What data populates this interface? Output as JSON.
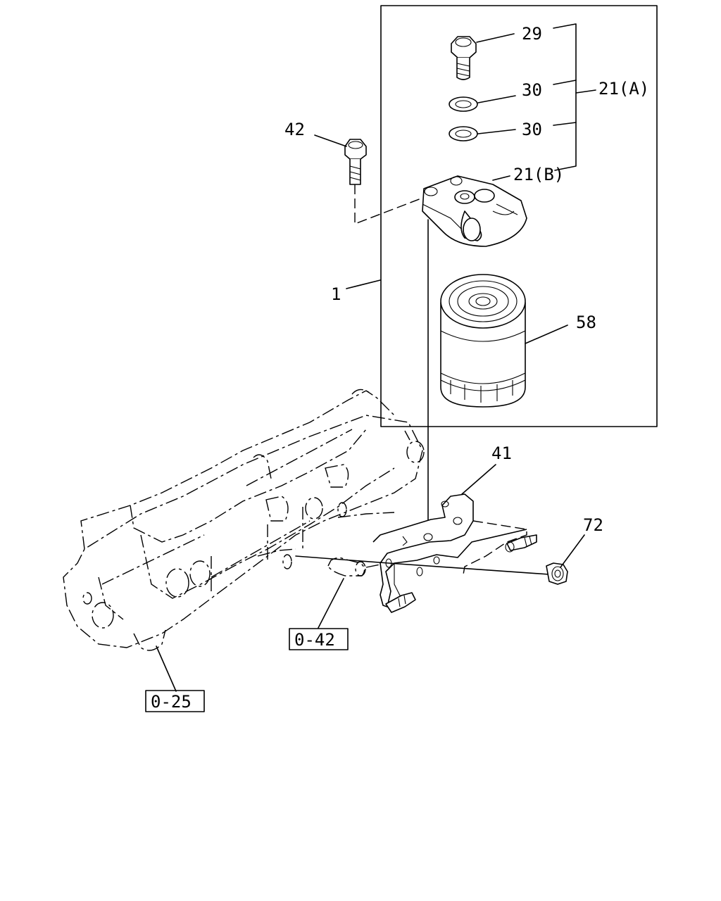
{
  "diagram": {
    "callouts": {
      "c29": "29",
      "c30a": "30",
      "c30b": "30",
      "c21a": "21(A)",
      "c21b": "21(B)",
      "c42": "42",
      "c1": "1",
      "c58": "58",
      "c41": "41",
      "c72": "72"
    },
    "references": {
      "r042": "0-42",
      "r025": "0-25"
    }
  }
}
